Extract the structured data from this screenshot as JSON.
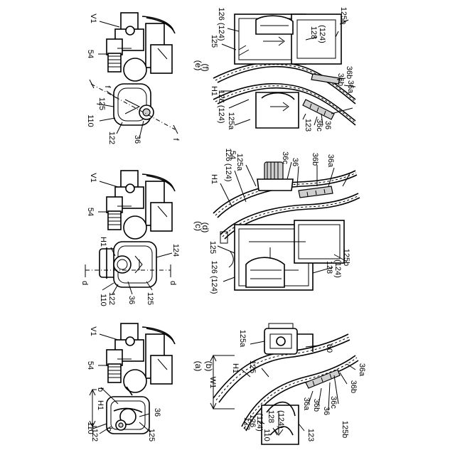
{
  "panels": {
    "a": {
      "caption": "(a)",
      "labels": [
        "V1",
        "54",
        "H1",
        "b",
        "b",
        "110",
        "122",
        "125",
        "36"
      ]
    },
    "b": {
      "caption": "(b)",
      "labels": [
        "W1",
        "H1",
        "125",
        "125a",
        "60",
        "123",
        "126",
        "(124)",
        "110",
        "128",
        "(124)",
        "123",
        "36a",
        "36b",
        "36",
        "36c",
        "125b",
        "36b",
        "36a"
      ]
    },
    "c": {
      "caption": "(c)",
      "labels": [
        "V1",
        "54",
        "H1",
        "d",
        "d",
        "110",
        "122",
        "36",
        "125",
        "124"
      ]
    },
    "d": {
      "caption": "(d)",
      "labels": [
        "54",
        "H1",
        "126 (124)",
        "125a",
        "36c",
        "36",
        "36b",
        "36a",
        "125",
        "126 (124)",
        "128",
        "(124)",
        "125b"
      ]
    },
    "e": {
      "caption": "(e)",
      "labels": [
        "V1",
        "54",
        "f",
        "125",
        "110",
        "122",
        "36",
        "f"
      ]
    },
    "f": {
      "caption": "(f)",
      "labels": [
        "125",
        "126 (124)",
        "128",
        "(124)",
        "125b",
        "H1",
        "126 (124)",
        "125a",
        "123",
        "36c",
        "36",
        "36b",
        "36a",
        "36b"
      ]
    }
  }
}
